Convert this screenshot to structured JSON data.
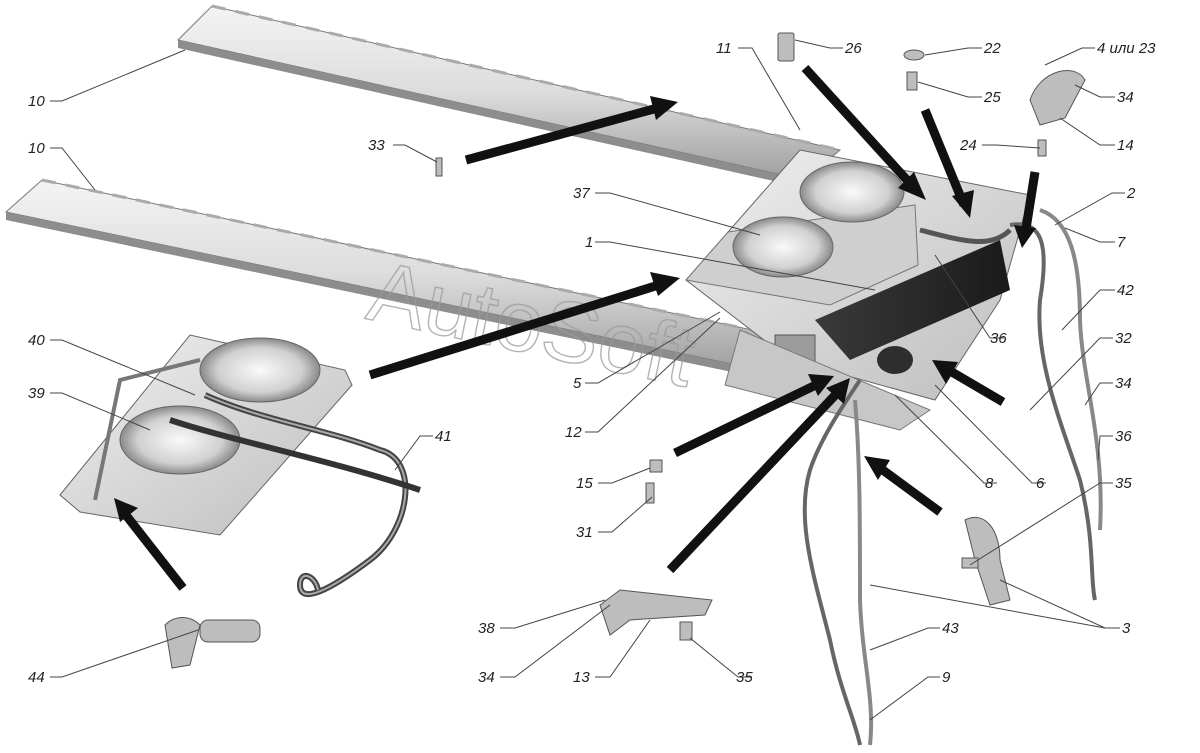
{
  "watermark": "AutoSoft",
  "callouts": [
    {
      "id": "c10a",
      "text": "10"
    },
    {
      "id": "c10b",
      "text": "10"
    },
    {
      "id": "c11",
      "text": "11"
    },
    {
      "id": "c26",
      "text": "26"
    },
    {
      "id": "c22",
      "text": "22"
    },
    {
      "id": "c4_23",
      "text": "4 или 23"
    },
    {
      "id": "c25",
      "text": "25"
    },
    {
      "id": "c34a",
      "text": "34"
    },
    {
      "id": "c14",
      "text": "14"
    },
    {
      "id": "c24",
      "text": "24"
    },
    {
      "id": "c33",
      "text": "33"
    },
    {
      "id": "c2",
      "text": "2"
    },
    {
      "id": "c37",
      "text": "37"
    },
    {
      "id": "c7",
      "text": "7"
    },
    {
      "id": "c1",
      "text": "1"
    },
    {
      "id": "c42",
      "text": "42"
    },
    {
      "id": "c36a",
      "text": "36"
    },
    {
      "id": "c32",
      "text": "32"
    },
    {
      "id": "c40",
      "text": "40"
    },
    {
      "id": "c5",
      "text": "5"
    },
    {
      "id": "c39",
      "text": "39"
    },
    {
      "id": "c34b",
      "text": "34"
    },
    {
      "id": "c12",
      "text": "12"
    },
    {
      "id": "c36b",
      "text": "36"
    },
    {
      "id": "c41",
      "text": "41"
    },
    {
      "id": "c15",
      "text": "15"
    },
    {
      "id": "c8",
      "text": "8"
    },
    {
      "id": "c6",
      "text": "6"
    },
    {
      "id": "c35a",
      "text": "35"
    },
    {
      "id": "c31",
      "text": "31"
    },
    {
      "id": "c3",
      "text": "3"
    },
    {
      "id": "c38",
      "text": "38"
    },
    {
      "id": "c43",
      "text": "43"
    },
    {
      "id": "c44",
      "text": "44"
    },
    {
      "id": "c34c",
      "text": "34"
    },
    {
      "id": "c13",
      "text": "13"
    },
    {
      "id": "c35b",
      "text": "35"
    },
    {
      "id": "c9",
      "text": "9"
    }
  ]
}
